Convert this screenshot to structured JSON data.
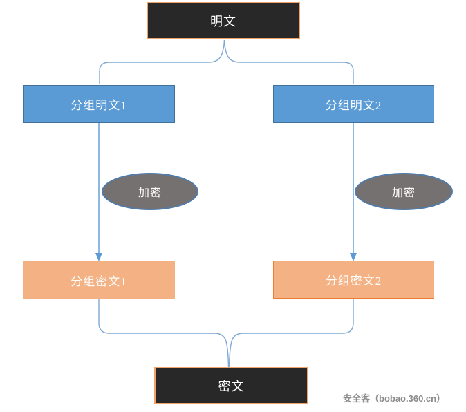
{
  "diagram": {
    "type": "flowchart",
    "topic": "block-cipher-encryption",
    "nodes": {
      "plaintext": "明文",
      "block_plaintext_1": "分组明文1",
      "block_plaintext_2": "分组明文2",
      "encrypt_left": "加密",
      "encrypt_right": "加密",
      "block_ciphertext_1": "分组密文1",
      "block_ciphertext_2": "分组密文2",
      "ciphertext": "密文"
    },
    "edges": [
      {
        "from": "plaintext",
        "to": [
          "block_plaintext_1",
          "block_plaintext_2"
        ],
        "style": "split-brace"
      },
      {
        "from": "block_plaintext_1",
        "to": "block_ciphertext_1",
        "style": "arrow",
        "via_label": "加密"
      },
      {
        "from": "block_plaintext_2",
        "to": "block_ciphertext_2",
        "style": "arrow",
        "via_label": "加密"
      },
      {
        "from": [
          "block_ciphertext_1",
          "block_ciphertext_2"
        ],
        "to": "ciphertext",
        "style": "merge-brace"
      }
    ],
    "colors": {
      "dark_box_fill": "#282828",
      "dark_box_border": "#eda36a",
      "blue_box_fill": "#5b9bd5",
      "blue_box_border": "#41719c",
      "orange_box_fill": "#f4b183",
      "orange_box_border": "#ed7d31",
      "ellipse_fill": "#767171",
      "ellipse_border": "#4f7cab",
      "connector_blue": "#5b9bd5",
      "brace_blue": "#7fa8d4",
      "watermark_gray": "#8c8c8c"
    }
  },
  "watermark": "安全客（bobao.360.cn）"
}
